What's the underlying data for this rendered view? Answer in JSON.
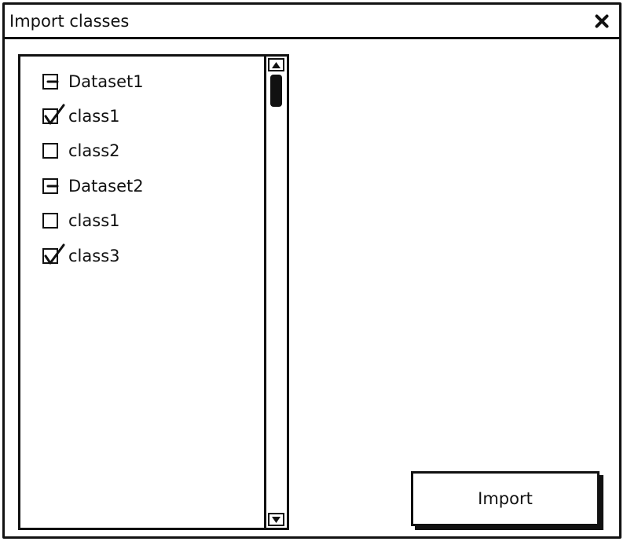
{
  "dialog": {
    "title": "Import classes",
    "close_icon": "close-icon"
  },
  "tree": {
    "items": [
      {
        "label": "Dataset1",
        "state": "partial",
        "kind": "dataset"
      },
      {
        "label": "class1",
        "state": "checked",
        "kind": "class"
      },
      {
        "label": "class2",
        "state": "unchecked",
        "kind": "class"
      },
      {
        "label": "Dataset2",
        "state": "partial",
        "kind": "dataset"
      },
      {
        "label": "class1",
        "state": "unchecked",
        "kind": "class"
      },
      {
        "label": "class3",
        "state": "checked",
        "kind": "class"
      }
    ]
  },
  "actions": {
    "import_label": "Import"
  },
  "colors": {
    "ink": "#111111",
    "background": "#ffffff"
  }
}
